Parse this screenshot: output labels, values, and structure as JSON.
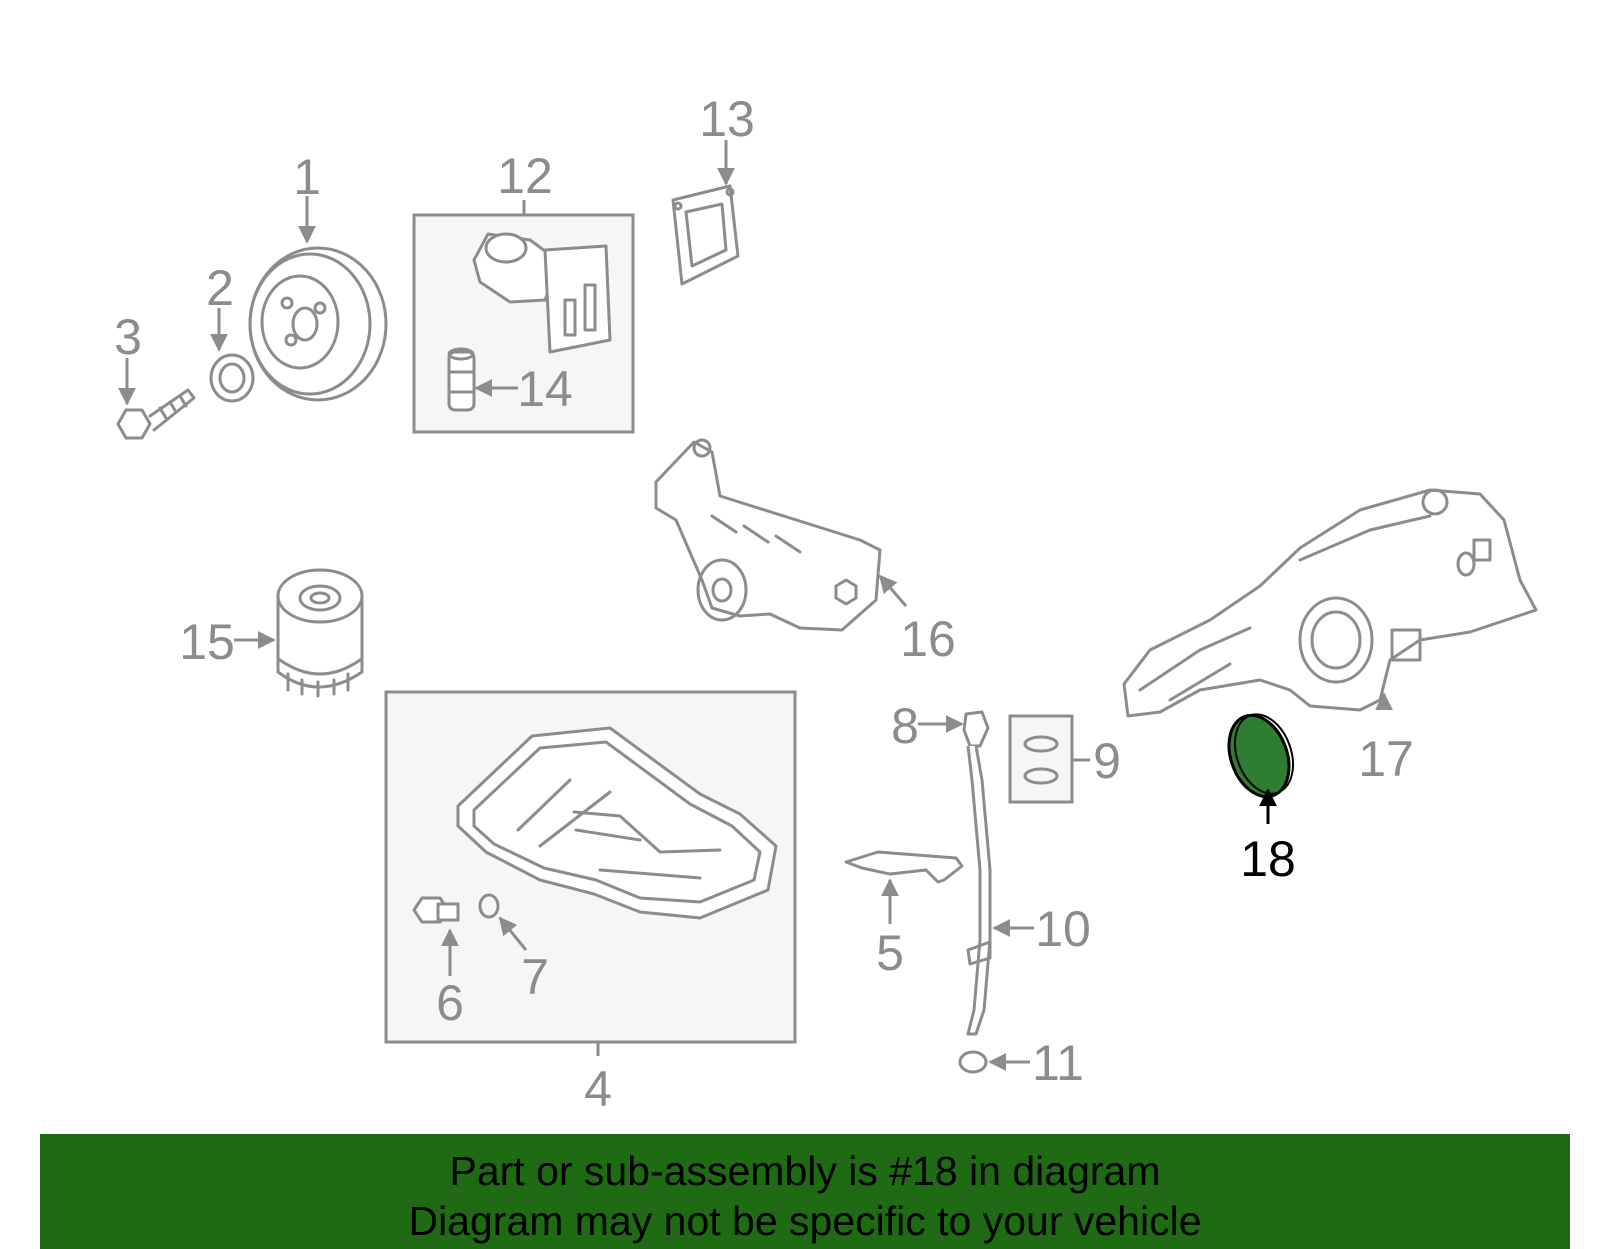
{
  "labels": {
    "p1": "1",
    "p2": "2",
    "p3": "3",
    "p4": "4",
    "p5": "5",
    "p6": "6",
    "p7": "7",
    "p8": "8",
    "p9": "9",
    "p10": "10",
    "p11": "11",
    "p12": "12",
    "p13": "13",
    "p14": "14",
    "p15": "15",
    "p16": "16",
    "p17": "17",
    "p18": "18"
  },
  "footer": {
    "line1": "Part or sub-assembly is #18 in diagram",
    "line2": "Diagram may not be specific to your vehicle"
  },
  "colors": {
    "highlight_part": "#2e7d32",
    "footer_bg": "#1e6b14",
    "line_gray": "#8c8c8c"
  }
}
